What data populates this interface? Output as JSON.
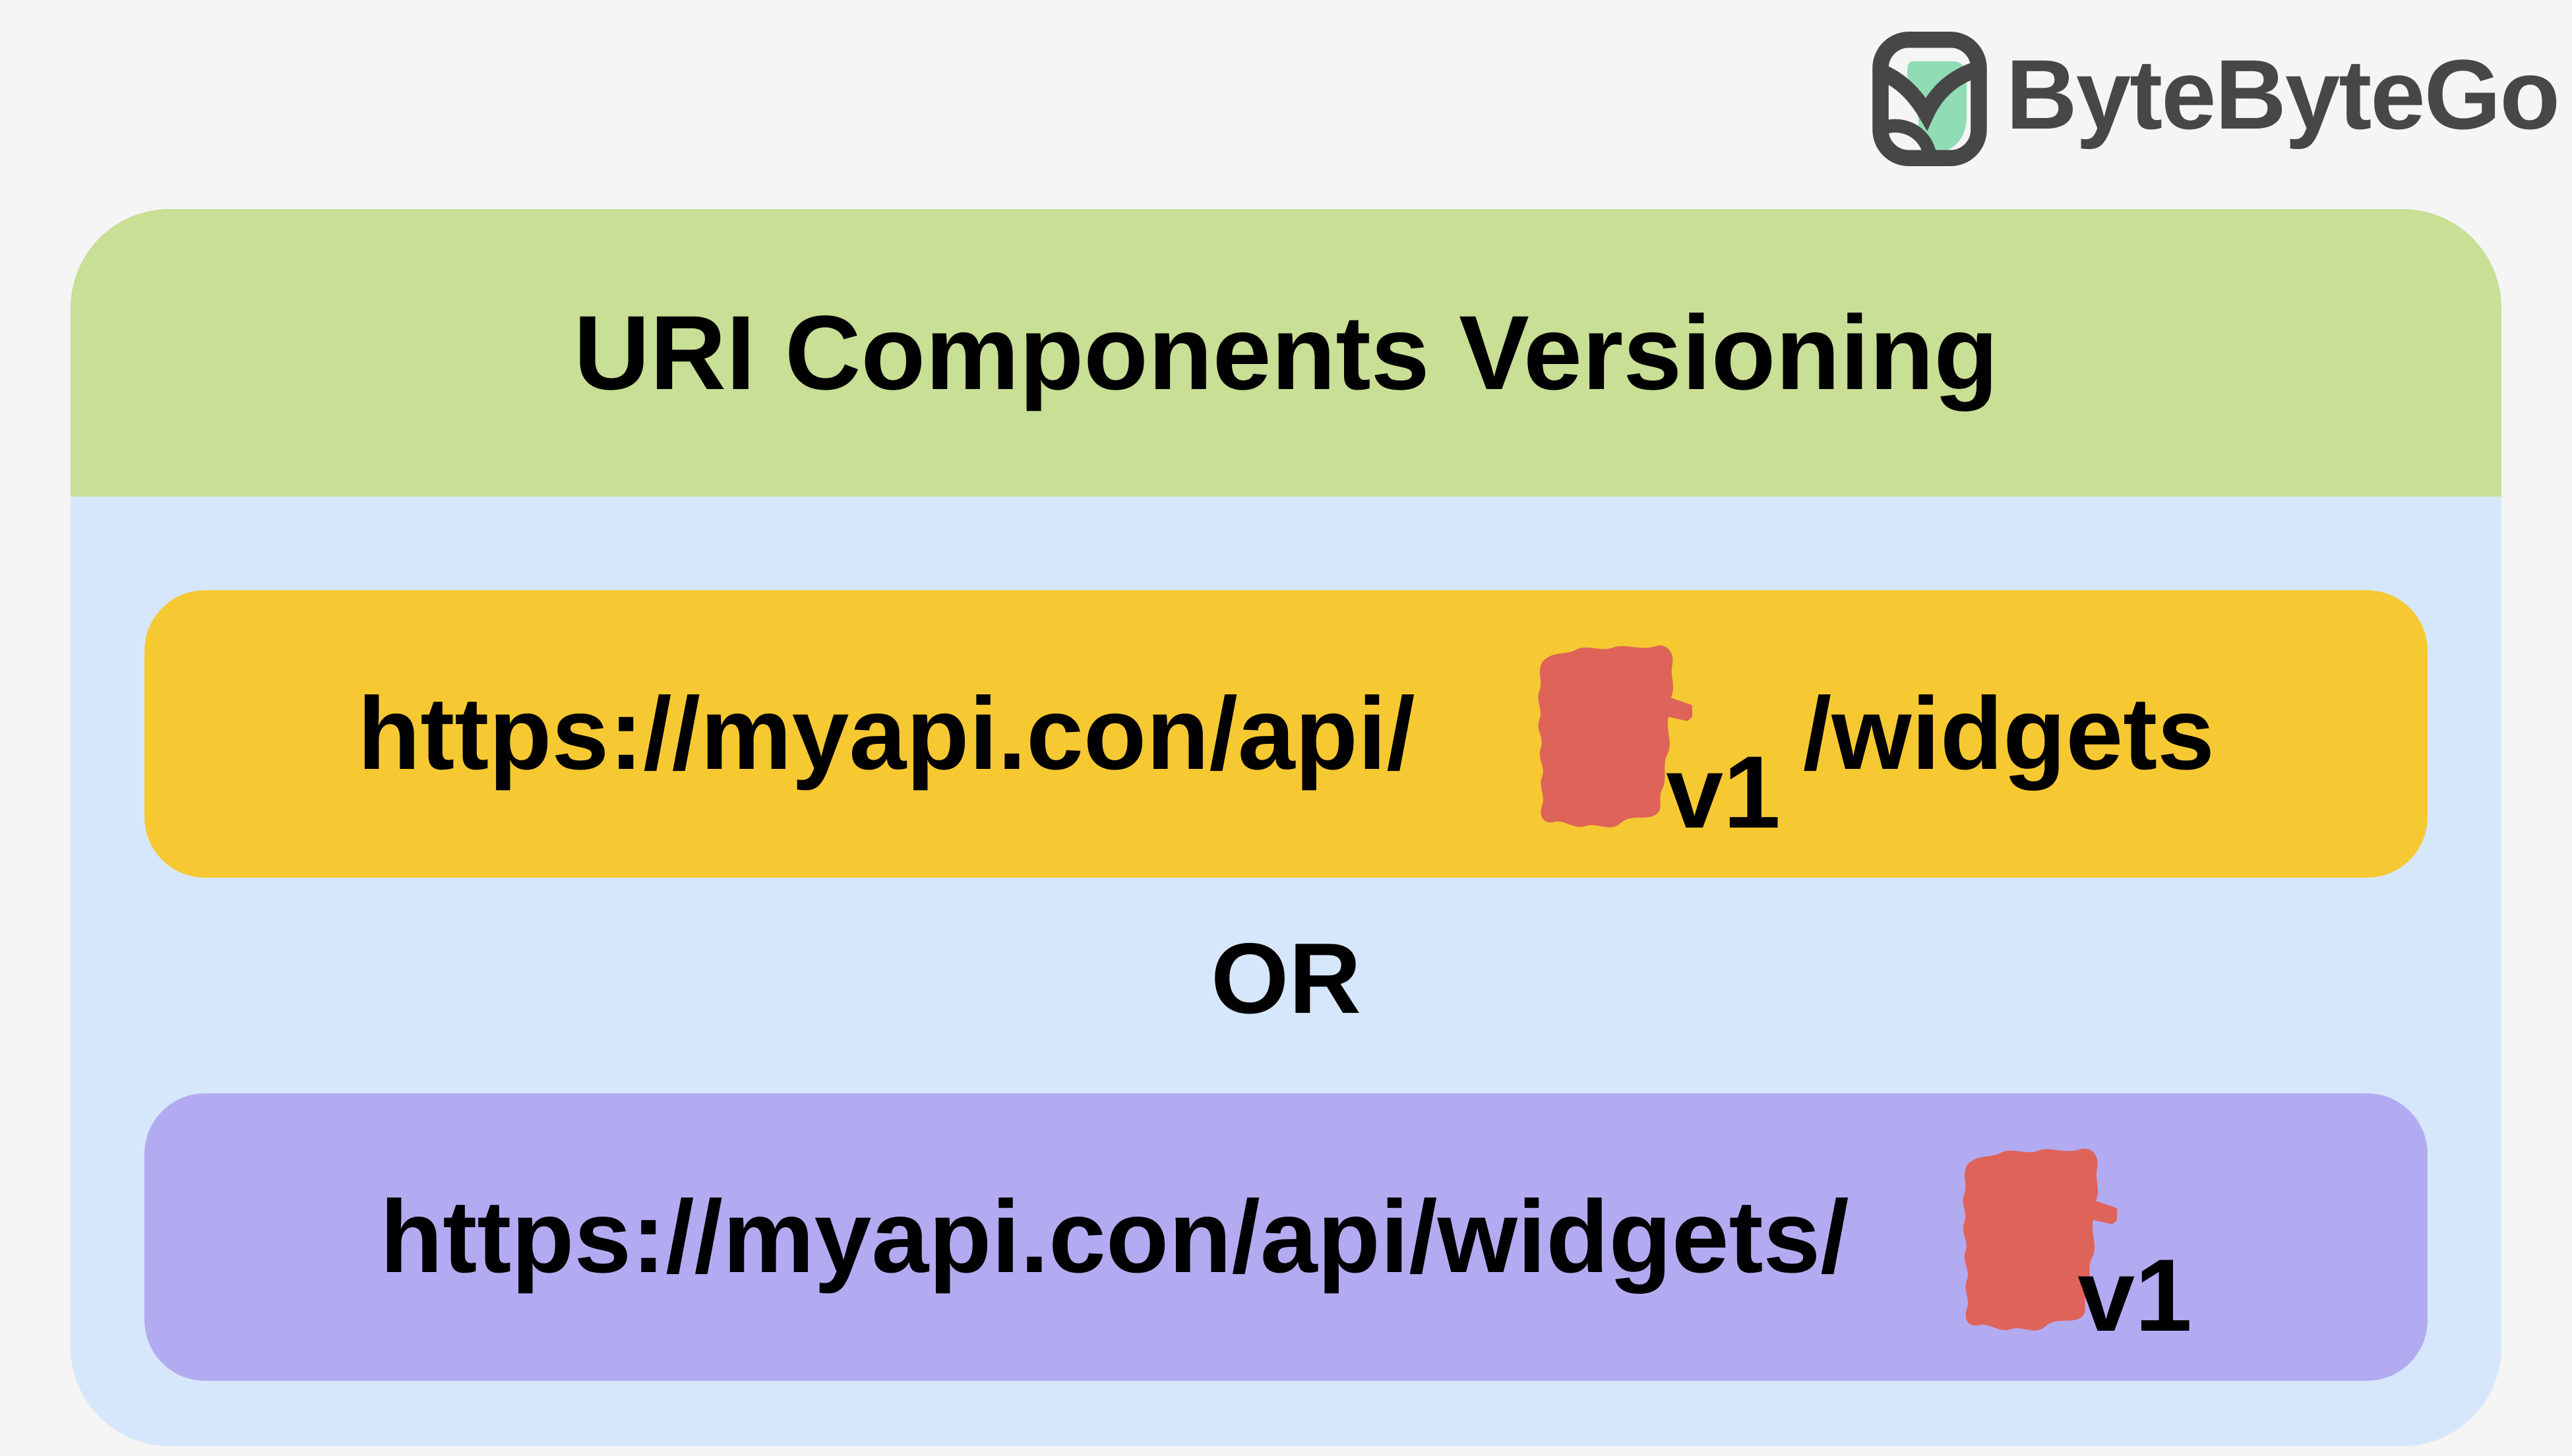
{
  "page": {
    "background_color": "#F5F5F6"
  },
  "logo": {
    "text": "ByteByteGo",
    "icon": "bytebytego-owl-icon",
    "text_color": "#474747",
    "icon_mint_color": "#90DCB4"
  },
  "diagram": {
    "title": "URI Components Versioning",
    "or_label": "OR",
    "path_option": {
      "prefix": "https://myapi.con/api/",
      "version": "v1",
      "suffix": "/widgets"
    },
    "suffix_option": {
      "prefix": "https://myapi.con/api/widgets/",
      "version": "v1"
    },
    "colors": {
      "header_green": "#C8DF95",
      "body_blue": "#D7E7FB",
      "path_box_yellow": "#F6C933",
      "suffix_box_purple": "#B3ABF1",
      "highlight_red": "#DE6459",
      "text": "#000000"
    }
  }
}
